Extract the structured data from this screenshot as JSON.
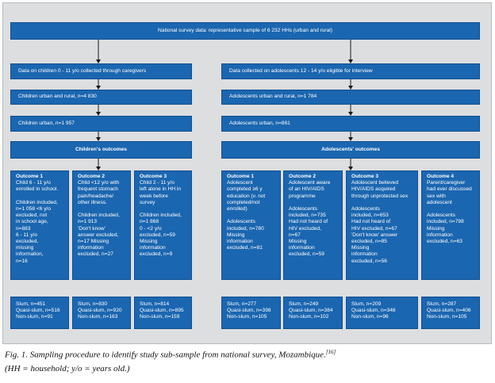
{
  "top": "National survey data: representative sample of 6 232 HHs (urban and rural)",
  "children": {
    "collected": "Data on children 0 - 11 y/o collected through caregivers",
    "urban_rural": "Children urban and rural, n=4 830",
    "urban": "Children urban, n=1 957",
    "header": "Children's outcomes",
    "outcomes": [
      {
        "title": "Outcome 1",
        "text": "Child 6 - 11 y/o\nenrolled in school.\n\nChildren included,\nn=1 058 <6 y/o\nexcluded, not\nin school age, n=883\n6 - 11 y/o\nexcluded,\nmissing\ninformation,\nn=16",
        "stats": "Slum, n=451\nQuasi-slum, n=516\nNon-slum, n=91"
      },
      {
        "title": "Outcome 2",
        "text": "Child <12 y/o with\nfrequent stomach\npain/headache/\nother illness.\n\nChildren included,\nn=1 913\n'Don't know'\nanswer excluded,\nn=17 Missing\ninformation\nexcluded, n=27",
        "stats": "Slum, n=830\nQuasi-slum, n=920\nNon-slum, n=163"
      },
      {
        "title": "Outcome 3",
        "text": "Child 2 - 11 y/o\nleft alone in HH in\nweek before\nsurvey\n\nChildren included,\nn=1 868\n0 - <2 y/o\nexcluded, n=59\nMissing\ninformation\nexcluded, n=9",
        "stats": "Slum, n=814\nQuasi-slum, n=895\nNon-slum, n=159"
      }
    ]
  },
  "adolescents": {
    "collected": "Data collected on adolescents 12 - 14 y/o eligible for interview",
    "urban_rural": "Adolescents urban and rural, n=1 784",
    "urban": "Adolescents urban, n=861",
    "header": "Adolescents' outcomes",
    "outcomes": [
      {
        "title": "Outcome 1",
        "text": "Adolescent\ncompleted ≥6 y\neducation (v. not\ncompleted/not\nenrolled)\n\nAdolescents\nincluded, n=780\nMissing\ninformation\nexcluded, n=81",
        "stats": "Slum, n=277\nQuasi-slum, n=398\nNon-slum, n=105"
      },
      {
        "title": "Outcome 2",
        "text": "Adolescent aware\nof an HIV/AIDS\nprogramme\n\nAdolescents\nincluded, n=735\nHad not heard of\nHIV excluded,\nn=67\nMissing\ninformation\nexcluded, n=59",
        "stats": "Slum, n=249\nQuasi-slum, n=384\nNon-slum, n=102"
      },
      {
        "title": "Outcome 3",
        "text": "Adolescent believed\nHIV/AIDS acquired\nthrough unprotected sex\n\nAdolescents\nincluded, n=653\nHad not heard of\nHIV excluded, n=67\n'Don't know' answer\nexcluded, n=85\nMissing\ninformation\nexcluded, n=56",
        "stats": "Slum, n=209\nQuasi-slum, n=348\nNon-slum, n=96"
      },
      {
        "title": "Outcome 4",
        "text": "Parent/caregiver\nhad ever discussed\nsex with\nadolescent\n\nAdolescents\nincluded, n=798\nMissing\ninformation\nexcluded, n=63",
        "stats": "Slum, n=287\nQuasi-slum, n=406\nNon-slum, n=105"
      }
    ]
  },
  "caption": {
    "line1": "Fig. 1. Sampling procedure to identify study sub-sample from national survey, Mozambique.",
    "ref": "[16]",
    "line2": "(HH = household; y/o = years old.)"
  },
  "colors": {
    "box_fill": "#1b66b0",
    "box_text": "#ffffff",
    "panel_background": "#dddee0",
    "connector": "#1a1a1a"
  }
}
